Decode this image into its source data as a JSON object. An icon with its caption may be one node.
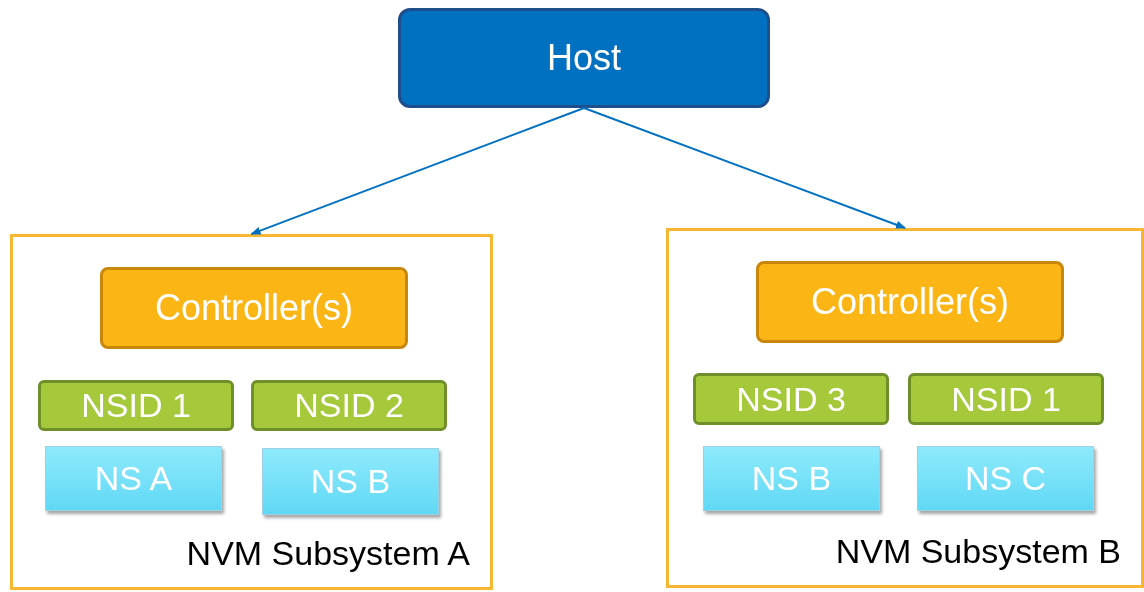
{
  "diagram": {
    "nodes": [
      {
        "text": [
          "Host"
        ]
      },
      {
        "text": [
          "NVM Subsystem A"
        ]
      },
      {
        "text": [
          "Controller(s)"
        ],
        "in": 1
      },
      {
        "text": [
          "NSID 1"
        ],
        "in": 1
      },
      {
        "text": [
          "NSID 2"
        ],
        "in": 1
      },
      {
        "text": [
          "NS A"
        ],
        "in": 1
      },
      {
        "text": [
          "NS B"
        ],
        "in": 1
      },
      {
        "text": [
          "NVM Subsystem B"
        ]
      },
      {
        "text": [
          "Controller(s)"
        ],
        "in": 7
      },
      {
        "text": [
          "NSID 3"
        ],
        "in": 7
      },
      {
        "text": [
          "NSID 1"
        ],
        "in": 7
      },
      {
        "text": [
          "NS B"
        ],
        "in": 7
      },
      {
        "text": [
          "NS C"
        ],
        "in": 7
      }
    ],
    "edges": [
      {
        "from": 0,
        "to": 1,
        "arrow": "to"
      },
      {
        "from": 0,
        "to": 7,
        "arrow": "to"
      }
    ]
  }
}
